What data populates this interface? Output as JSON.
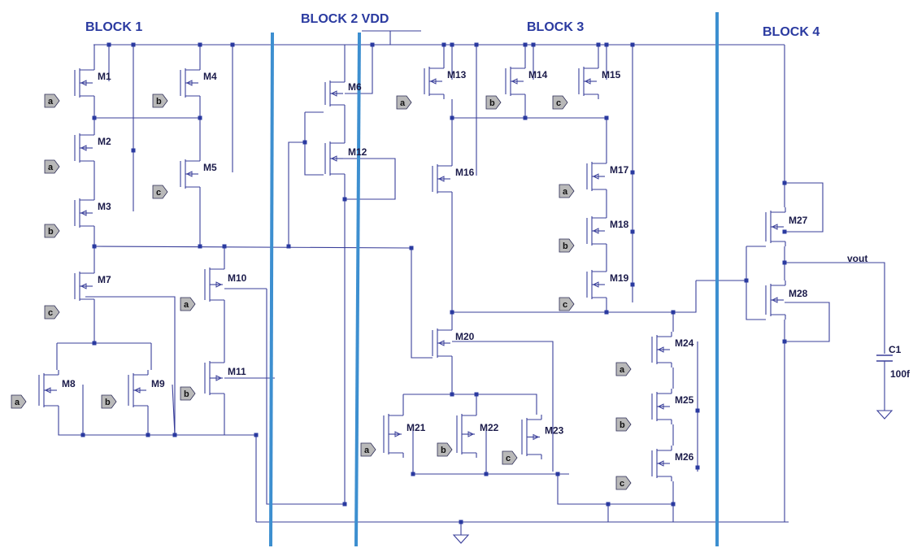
{
  "blocks": [
    "BLOCK 1",
    "BLOCK 2 VDD",
    "BLOCK 3",
    "BLOCK 4"
  ],
  "transistors": [
    "M1",
    "M2",
    "M3",
    "M4",
    "M5",
    "M6",
    "M7",
    "M8",
    "M9",
    "M10",
    "M11",
    "M12",
    "M13",
    "M14",
    "M15",
    "M16",
    "M17",
    "M18",
    "M19",
    "M20",
    "M21",
    "M22",
    "M23",
    "M24",
    "M25",
    "M26",
    "M27",
    "M28"
  ],
  "inputs": [
    "a",
    "b",
    "c"
  ],
  "output_label": "vout",
  "capacitor": {
    "name": "C1",
    "value": "100f"
  },
  "colors": {
    "wire": "#3a3f9a",
    "divider": "#3d8fd0",
    "text": "#1f2a6b",
    "pin_fill": "#b9b9b9"
  }
}
